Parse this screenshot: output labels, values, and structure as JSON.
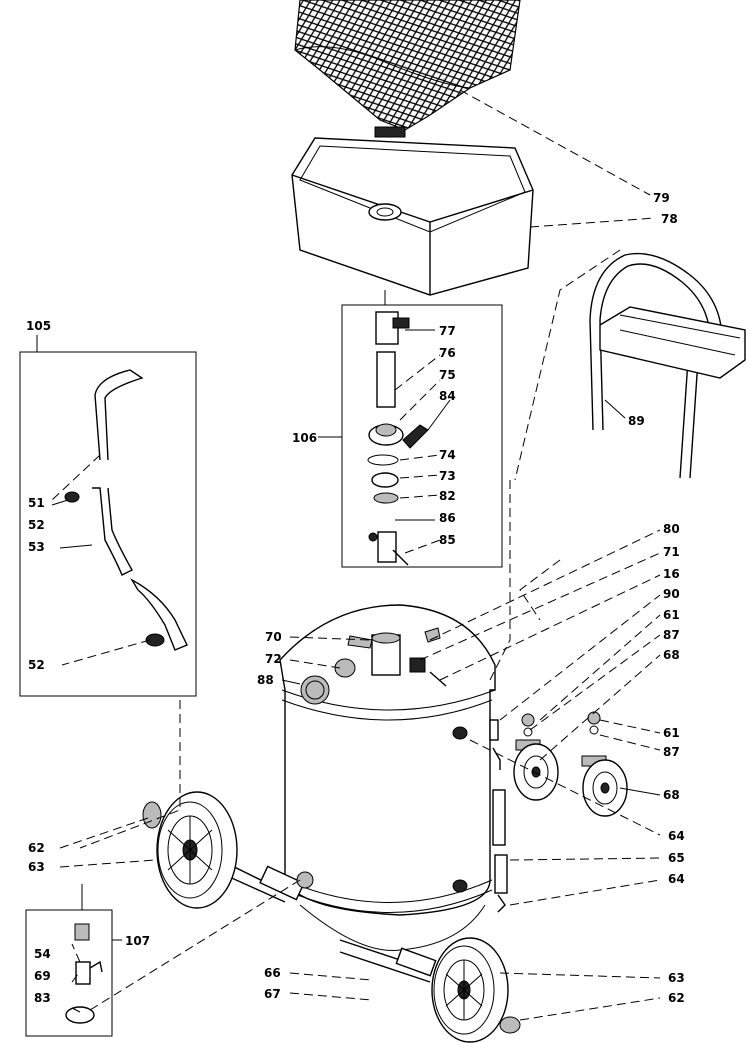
{
  "labels": {
    "p79": "79",
    "p78": "78",
    "p105": "105",
    "p77": "77",
    "p76": "76",
    "p75": "75",
    "p84": "84",
    "p106": "106",
    "p74": "74",
    "p73": "73",
    "p82": "82",
    "p86": "86",
    "p85": "85",
    "p89": "89",
    "p80": "80",
    "p71": "71",
    "p16": "16",
    "p90": "90",
    "p61a": "61",
    "p87a": "87",
    "p68a": "68",
    "p61b": "61",
    "p87b": "87",
    "p68b": "68",
    "p51": "51",
    "p52a": "52",
    "p53": "53",
    "p52b": "52",
    "p70": "70",
    "p72": "72",
    "p88": "88",
    "p64a": "64",
    "p65": "65",
    "p64b": "64",
    "p62a": "62",
    "p63a": "63",
    "p54": "54",
    "p107": "107",
    "p69": "69",
    "p83": "83",
    "p66": "66",
    "p67": "67",
    "p63b": "63",
    "p62b": "62"
  }
}
